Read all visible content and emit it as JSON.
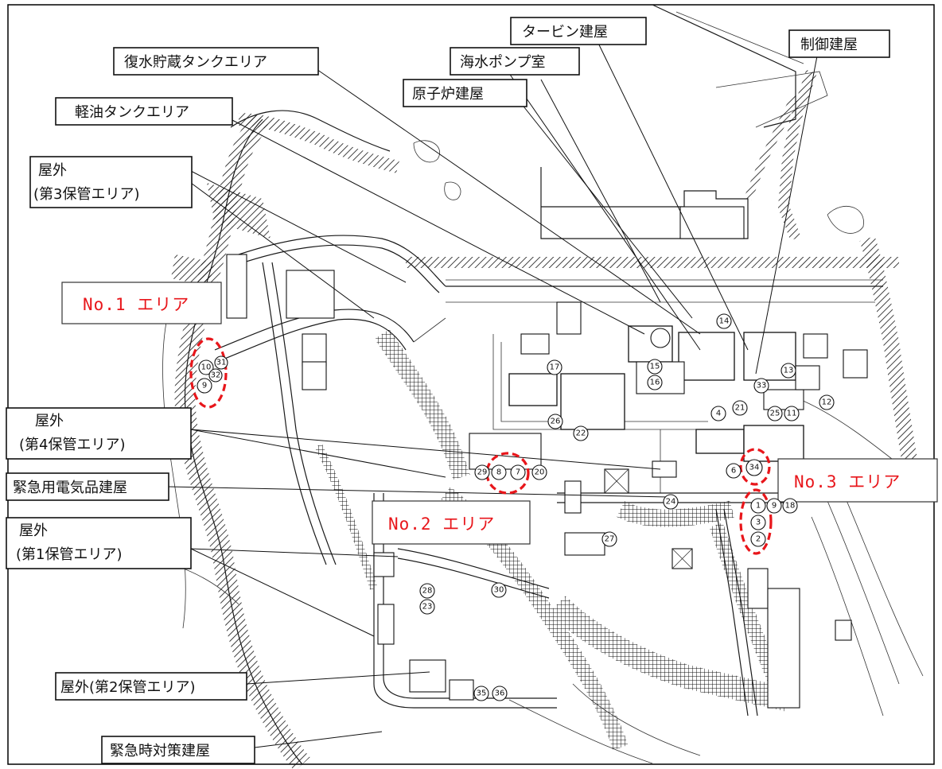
{
  "labels": {
    "turbine_building": "タービン建屋",
    "control_building": "制御建屋",
    "condensate_tank_area": "復水貯蔵タンクエリア",
    "seawater_pump_room": "海水ポンプ室",
    "reactor_building": "原子炉建屋",
    "light_oil_tank_area": "軽油タンクエリア",
    "outdoor_3_line1": "屋外",
    "outdoor_3_line2": "(第3保管エリア)",
    "outdoor_4_line1": "屋外",
    "outdoor_4_line2": "(第4保管エリア)",
    "emergency_electrical_building": "緊急用電気品建屋",
    "outdoor_1_line1": "屋外",
    "outdoor_1_line2": "(第1保管エリア)",
    "outdoor_2": "屋外(第2保管エリア)",
    "emergency_response_building": "緊急時対策建屋"
  },
  "areas": {
    "no1": "No.1 エリア",
    "no2": "No.2 エリア",
    "no3": "No.3 エリア"
  },
  "markers": {
    "m1": "1",
    "m2": "2",
    "m3": "3",
    "m4": "4",
    "m6": "6",
    "m7": "7",
    "m8": "8",
    "m9": "9",
    "m9b": "9",
    "m10": "10",
    "m11": "11",
    "m12": "12",
    "m13": "13",
    "m14": "14",
    "m15": "15",
    "m16": "16",
    "m17": "17",
    "m18": "18",
    "m20": "20",
    "m21": "21",
    "m22": "22",
    "m23": "23",
    "m24": "24",
    "m25": "25",
    "m26": "26",
    "m27": "27",
    "m28": "28",
    "m29": "29",
    "m30": "30",
    "m31": "31",
    "m32": "32",
    "m33": "33",
    "m34": "34",
    "m35": "35",
    "m36": "36"
  }
}
